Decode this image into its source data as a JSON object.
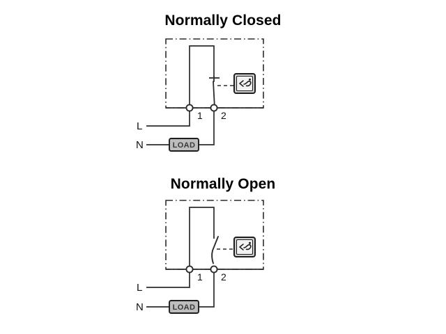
{
  "page": {
    "background_color": "#ffffff",
    "wire_color": "#2b2b2b",
    "text_color": "#000000",
    "load_fill": "#bdbdbd",
    "sensor_fill": "#d0d0d0"
  },
  "diagrams": [
    {
      "id": "normally-closed",
      "title": "Normally Closed",
      "switch_state": "closed",
      "terminals": [
        {
          "number": "1",
          "label": "1"
        },
        {
          "number": "2",
          "label": "2"
        }
      ],
      "supply": [
        {
          "id": "line",
          "label": "L",
          "connects_to": "1"
        },
        {
          "id": "neutral",
          "label": "N",
          "connects_to": "2"
        }
      ],
      "load": {
        "label": "LOAD"
      },
      "sensor": {
        "icon": "proximity-sensor-icon",
        "glyph": "<↺"
      },
      "enclosure": {
        "style": "dash-dot"
      }
    },
    {
      "id": "normally-open",
      "title": "Normally Open",
      "switch_state": "open",
      "terminals": [
        {
          "number": "1",
          "label": "1"
        },
        {
          "number": "2",
          "label": "2"
        }
      ],
      "supply": [
        {
          "id": "line",
          "label": "L",
          "connects_to": "1"
        },
        {
          "id": "neutral",
          "label": "N",
          "connects_to": "2"
        }
      ],
      "load": {
        "label": "LOAD"
      },
      "sensor": {
        "icon": "proximity-sensor-icon",
        "glyph": "<↺"
      },
      "enclosure": {
        "style": "dash-dot"
      }
    }
  ]
}
